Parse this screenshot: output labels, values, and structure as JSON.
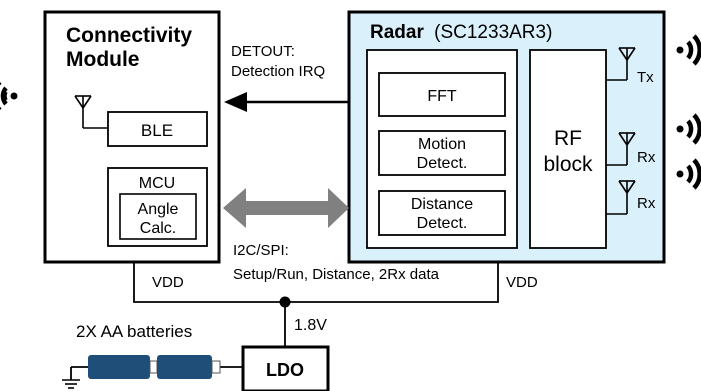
{
  "connectivity_module": {
    "title_line1": "Connectivity",
    "title_line2": "Module",
    "ble": "BLE",
    "mcu": "MCU",
    "angle_calc_line1": "Angle",
    "angle_calc_line2": "Calc."
  },
  "radar": {
    "title": "Radar",
    "part": "(SC1233AR3)",
    "fft": "FFT",
    "motion_line1": "Motion",
    "motion_line2": "Detect.",
    "distance_line1": "Distance",
    "distance_line2": "Detect.",
    "rf_line1": "RF",
    "rf_line2": "block",
    "tx": "Tx",
    "rx1": "Rx",
    "rx2": "Rx"
  },
  "signals": {
    "detout_line1": "DETOUT:",
    "detout_line2": "Detection IRQ",
    "i2c_line1": "I2C/SPI:",
    "i2c_line2": "Setup/Run, Distance, 2Rx data",
    "vdd_left": "VDD",
    "vdd_right": "VDD",
    "voltage": "1.8V"
  },
  "power": {
    "batteries": "2X AA batteries",
    "ldo": "LDO"
  },
  "colors": {
    "radar_fill": "#daf0fb",
    "battery": "#1f4e79",
    "arrow_gray": "#808080"
  }
}
